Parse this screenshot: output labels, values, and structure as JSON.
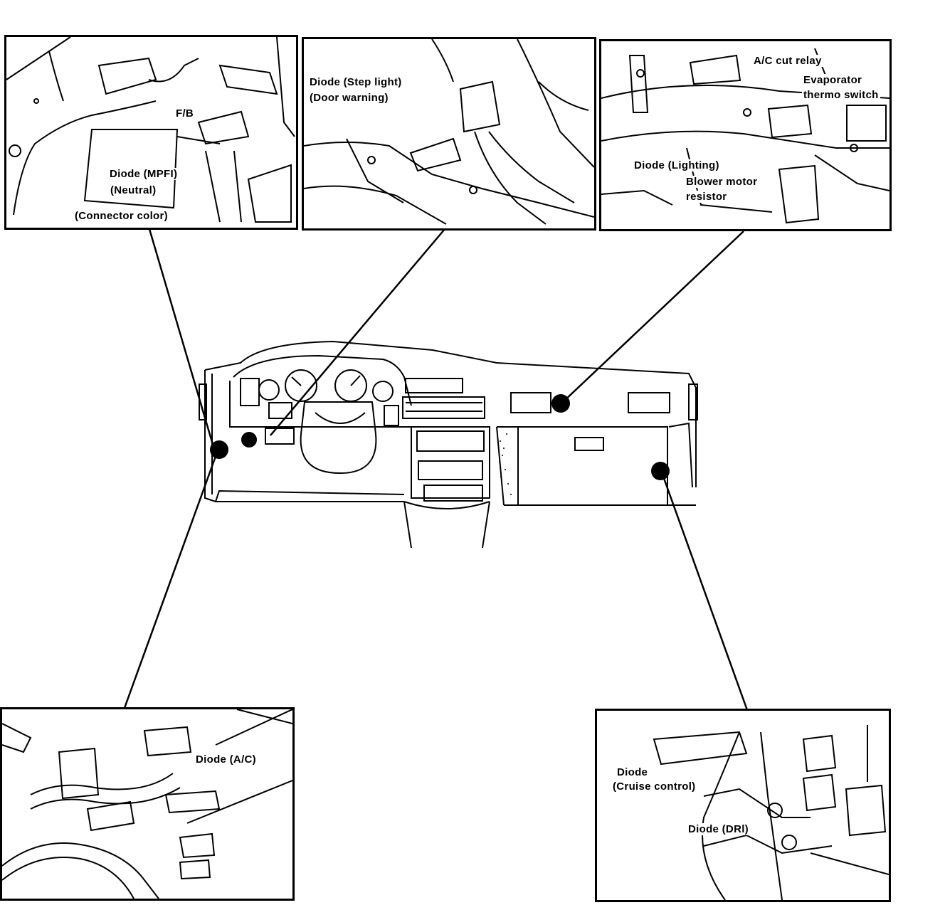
{
  "panels": {
    "top_left": {
      "labels": {
        "fb": "F/B",
        "diode_mpfi": "Diode (MPFI)",
        "neutral": "(Neutral)",
        "connector_color": "(Connector color)"
      }
    },
    "top_center": {
      "labels": {
        "diode_step_light": "Diode (Step light)",
        "door_warning": "(Door warning)"
      }
    },
    "top_right": {
      "labels": {
        "ac_cut_relay": "A/C cut relay",
        "evaporator": "Evaporator",
        "thermo_switch": "thermo switch",
        "diode_lighting": "Diode (Lighting)",
        "blower_motor": "Blower motor",
        "resistor": "resistor"
      }
    },
    "bottom_left": {
      "labels": {
        "diode_ac": "Diode (A/C)"
      }
    },
    "bottom_right": {
      "labels": {
        "diode": "Diode",
        "cruise_control": "(Cruise control)",
        "diode_drl": "Diode (DRl)"
      }
    }
  }
}
